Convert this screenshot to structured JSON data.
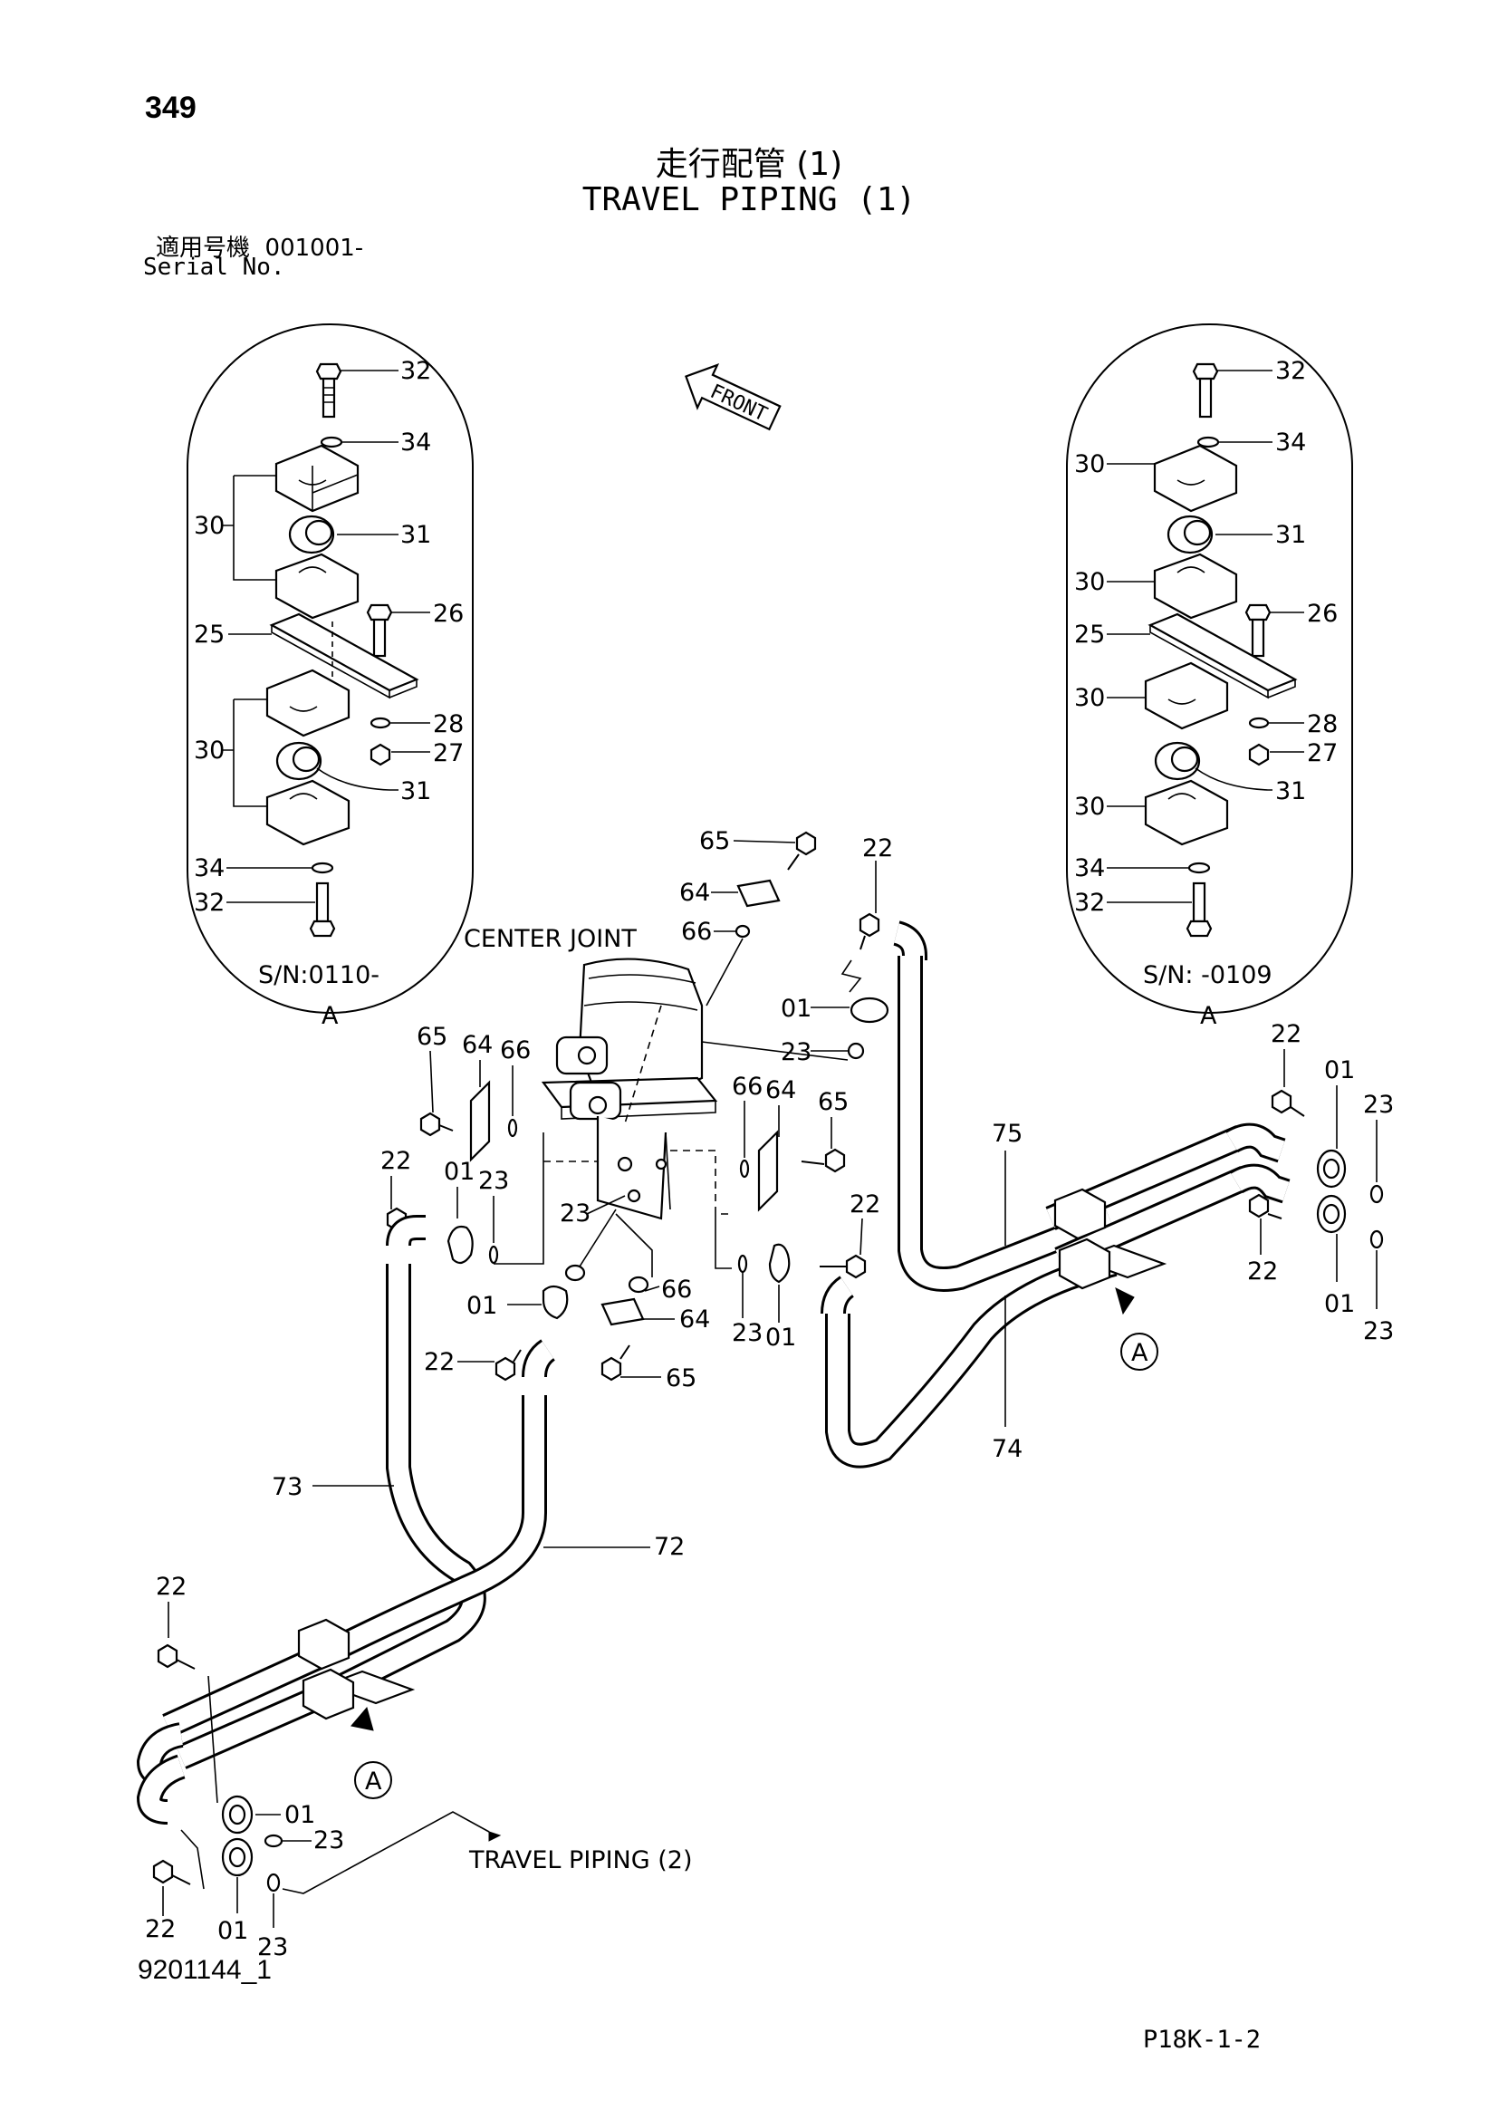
{
  "header": {
    "page_number": "349",
    "title_jp": "走行配管 (1)",
    "title_en": "TRAVEL PIPING (1)",
    "serial_label_jp": "適用号機",
    "serial_range": "001001-",
    "serial_label_en": "Serial No."
  },
  "detail_left": {
    "serial_note": "S/N:0110-",
    "view_label": "A",
    "callouts": [
      "32",
      "34",
      "30",
      "31",
      "26",
      "25",
      "28",
      "27",
      "30",
      "31",
      "34",
      "32"
    ]
  },
  "detail_right": {
    "serial_note": "S/N: -0109",
    "view_label": "A",
    "callouts": [
      "32",
      "34",
      "30",
      "31",
      "30",
      "26",
      "25",
      "30",
      "28",
      "27",
      "31",
      "30",
      "34",
      "32"
    ]
  },
  "main": {
    "front_label": "FRONT",
    "center_joint_label": "CENTER JOINT",
    "view_marker": "A",
    "travel_piping_2_label": "TRAVEL PIPING (2)",
    "callouts": {
      "c65_top": "65",
      "c64_top": "64",
      "c66_top": "66",
      "c22_top": "22",
      "c01_top": "01",
      "c23_top": "23",
      "c65_l": "65",
      "c64_l": "64",
      "c66_l": "66",
      "c22_l": "22",
      "c01_l": "01",
      "c23_l": "23",
      "c23_l2": "23",
      "c66_r": "66",
      "c64_r": "64",
      "c65_r": "65",
      "c22_r": "22",
      "c23_r": "23",
      "c01_r": "01",
      "c66_b": "66",
      "c64_b": "64",
      "c65_b": "65",
      "c01_b": "01",
      "c22_b": "22",
      "c75": "75",
      "c74": "74",
      "c73": "73",
      "c72": "72",
      "c22_fr": "22",
      "c01_fr": "01",
      "c23_fr": "23",
      "c22_fr2": "22",
      "c01_fr2": "01",
      "c23_fr2": "23",
      "c22_bl": "22",
      "c01_bl": "01",
      "c23_bl": "23",
      "c22_bl2": "22",
      "c01_bl2": "01",
      "c23_bl2": "23"
    }
  },
  "footer": {
    "drawing_number": "9201144_1",
    "sheet_code": "P18K-1-2"
  }
}
